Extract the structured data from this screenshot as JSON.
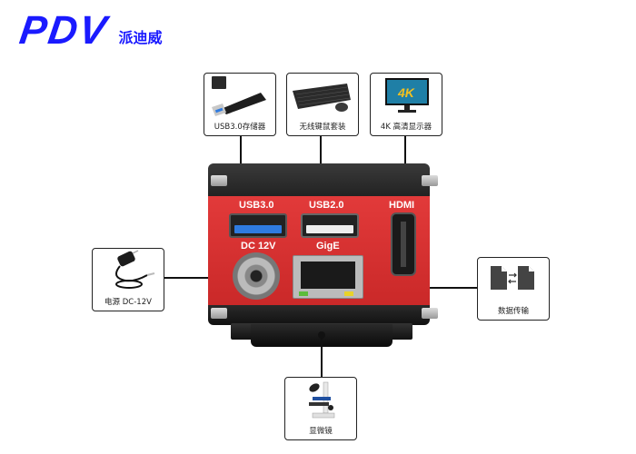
{
  "brand": {
    "logo_text": "PDV",
    "name_cn": "派迪威",
    "color": "#1a1aff"
  },
  "peripherals": {
    "usb_storage": {
      "label": "USB3.0存储器",
      "icon": "usb-flash-drive-icon"
    },
    "keyboard_mouse": {
      "label": "无线键鼠套装",
      "icon": "keyboard-mouse-icon"
    },
    "monitor": {
      "label": "4K 高清显示器",
      "icon": "4k-monitor-icon",
      "screen_text": "4K"
    },
    "power": {
      "label": "电源 DC-12V",
      "icon": "power-adapter-icon"
    },
    "data_transfer": {
      "label": "数据传输",
      "icon": "file-transfer-icon"
    },
    "microscope": {
      "label": "显微镜",
      "icon": "microscope-icon"
    }
  },
  "camera": {
    "body_color": "#d83232",
    "ports": {
      "usb3": "USB3.0",
      "usb2": "USB2.0",
      "hdmi": "HDMI",
      "dc": "DC 12V",
      "gige": "GigE"
    }
  }
}
